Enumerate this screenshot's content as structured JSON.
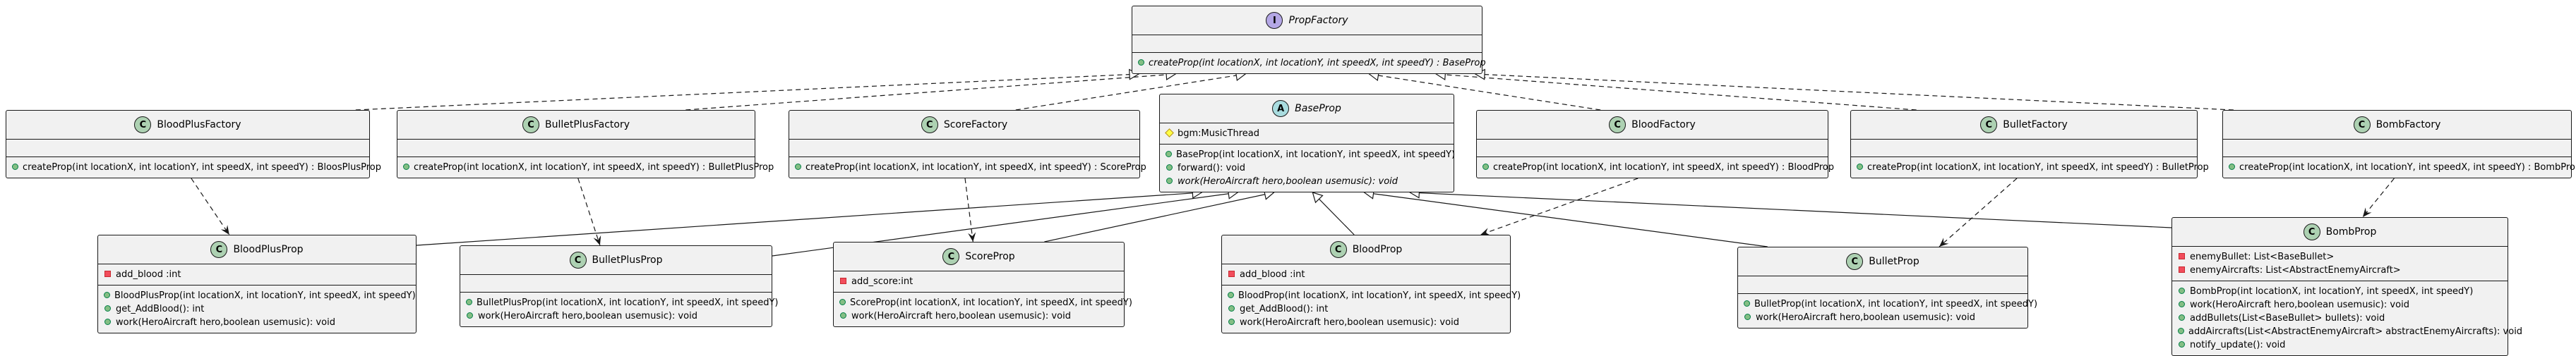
{
  "classes": {
    "PropFactory": {
      "name": "PropFactory",
      "kind": "interface",
      "badge": "I",
      "fields": [],
      "methods": [
        {
          "vis": "pub",
          "text": "createProp(int locationX, int locationY, int speedX, int speedY) : BaseProp",
          "abstract": true
        }
      ]
    },
    "BloodPlusFactory": {
      "name": "BloodPlusFactory",
      "kind": "class",
      "badge": "C",
      "fields": [],
      "methods": [
        {
          "vis": "pub",
          "text": "createProp(int locationX, int locationY, int speedX, int speedY) : BloosPlusProp"
        }
      ]
    },
    "BulletPlusFactory": {
      "name": "BulletPlusFactory",
      "kind": "class",
      "badge": "C",
      "fields": [],
      "methods": [
        {
          "vis": "pub",
          "text": "createProp(int locationX, int locationY, int speedX, int speedY) : BulletPlusProp"
        }
      ]
    },
    "ScoreFactory": {
      "name": "ScoreFactory",
      "kind": "class",
      "badge": "C",
      "fields": [],
      "methods": [
        {
          "vis": "pub",
          "text": "createProp(int locationX, int locationY, int speedX, int speedY) : ScoreProp"
        }
      ]
    },
    "BaseProp": {
      "name": "BaseProp",
      "kind": "abstract",
      "badge": "A",
      "fields": [
        {
          "vis": "prot",
          "text": "bgm:MusicThread"
        }
      ],
      "methods": [
        {
          "vis": "pub",
          "text": "BaseProp(int locationX, int locationY, int speedX, int speedY)"
        },
        {
          "vis": "pub",
          "text": "forward(): void"
        },
        {
          "vis": "pub",
          "text": "work(HeroAircraft hero,boolean usemusic): void",
          "abstract": true
        }
      ]
    },
    "BloodFactory": {
      "name": "BloodFactory",
      "kind": "class",
      "badge": "C",
      "fields": [],
      "methods": [
        {
          "vis": "pub",
          "text": "createProp(int locationX, int locationY, int speedX, int speedY) : BloodProp"
        }
      ]
    },
    "BulletFactory": {
      "name": "BulletFactory",
      "kind": "class",
      "badge": "C",
      "fields": [],
      "methods": [
        {
          "vis": "pub",
          "text": "createProp(int locationX, int locationY, int speedX, int speedY) : BulletProp"
        }
      ]
    },
    "BombFactory": {
      "name": "BombFactory",
      "kind": "class",
      "badge": "C",
      "fields": [],
      "methods": [
        {
          "vis": "pub",
          "text": "createProp(int locationX, int locationY, int speedX, int speedY) : BombProp"
        }
      ]
    },
    "BloodPlusProp": {
      "name": "BloodPlusProp",
      "kind": "class",
      "badge": "C",
      "fields": [
        {
          "vis": "priv",
          "text": "add_blood :int"
        }
      ],
      "methods": [
        {
          "vis": "pub",
          "text": "BloodPlusProp(int locationX, int locationY, int speedX, int speedY)"
        },
        {
          "vis": "pub",
          "text": "get_AddBlood(): int"
        },
        {
          "vis": "pub",
          "text": "work(HeroAircraft hero,boolean usemusic): void"
        }
      ]
    },
    "BulletPlusProp": {
      "name": "BulletPlusProp",
      "kind": "class",
      "badge": "C",
      "fields": [],
      "methods": [
        {
          "vis": "pub",
          "text": "BulletPlusProp(int locationX, int locationY, int speedX, int speedY)"
        },
        {
          "vis": "pub",
          "text": "work(HeroAircraft hero,boolean usemusic): void"
        }
      ]
    },
    "ScoreProp": {
      "name": "ScoreProp",
      "kind": "class",
      "badge": "C",
      "fields": [
        {
          "vis": "priv",
          "text": "add_score:int"
        }
      ],
      "methods": [
        {
          "vis": "pub",
          "text": "ScoreProp(int locationX, int locationY, int speedX, int speedY)"
        },
        {
          "vis": "pub",
          "text": "work(HeroAircraft hero,boolean usemusic): void"
        }
      ]
    },
    "BloodProp": {
      "name": "BloodProp",
      "kind": "class",
      "badge": "C",
      "fields": [
        {
          "vis": "priv",
          "text": "add_blood :int"
        }
      ],
      "methods": [
        {
          "vis": "pub",
          "text": "BloodProp(int locationX, int locationY, int speedX, int speedY)"
        },
        {
          "vis": "pub",
          "text": "get_AddBlood(): int"
        },
        {
          "vis": "pub",
          "text": "work(HeroAircraft hero,boolean usemusic): void"
        }
      ]
    },
    "BulletProp": {
      "name": "BulletProp",
      "kind": "class",
      "badge": "C",
      "fields": [],
      "methods": [
        {
          "vis": "pub",
          "text": "BulletProp(int locationX, int locationY, int speedX, int speedY)"
        },
        {
          "vis": "pub",
          "text": "work(HeroAircraft hero,boolean usemusic): void"
        }
      ]
    },
    "BombProp": {
      "name": "BombProp",
      "kind": "class",
      "badge": "C",
      "fields": [
        {
          "vis": "priv",
          "text": "enemyBullet: List<BaseBullet>"
        },
        {
          "vis": "priv",
          "text": "enemyAircrafts: List<AbstractEnemyAircraft>"
        }
      ],
      "methods": [
        {
          "vis": "pub",
          "text": "BombProp(int locationX, int locationY, int speedX, int speedY)"
        },
        {
          "vis": "pub",
          "text": "work(HeroAircraft hero,boolean usemusic): void"
        },
        {
          "vis": "pub",
          "text": "addBullets(List<BaseBullet> bullets): void"
        },
        {
          "vis": "pub",
          "text": "addAircrafts(List<AbstractEnemyAircraft> abstractEnemyAircrafts): void"
        },
        {
          "vis": "pub",
          "text": "notify_update(): void"
        }
      ]
    }
  },
  "relations": [
    {
      "type": "realization",
      "from": "BloodPlusFactory",
      "to": "PropFactory"
    },
    {
      "type": "realization",
      "from": "BulletPlusFactory",
      "to": "PropFactory"
    },
    {
      "type": "realization",
      "from": "ScoreFactory",
      "to": "PropFactory"
    },
    {
      "type": "realization",
      "from": "BloodFactory",
      "to": "PropFactory"
    },
    {
      "type": "realization",
      "from": "BulletFactory",
      "to": "PropFactory"
    },
    {
      "type": "realization",
      "from": "BombFactory",
      "to": "PropFactory"
    },
    {
      "type": "dependency",
      "from": "BloodPlusFactory",
      "to": "BloodPlusProp"
    },
    {
      "type": "dependency",
      "from": "BulletPlusFactory",
      "to": "BulletPlusProp"
    },
    {
      "type": "dependency",
      "from": "ScoreFactory",
      "to": "ScoreProp"
    },
    {
      "type": "dependency",
      "from": "BloodFactory",
      "to": "BloodProp"
    },
    {
      "type": "dependency",
      "from": "BulletFactory",
      "to": "BulletProp"
    },
    {
      "type": "dependency",
      "from": "BombFactory",
      "to": "BombProp"
    },
    {
      "type": "inheritance",
      "from": "BloodPlusProp",
      "to": "BaseProp"
    },
    {
      "type": "inheritance",
      "from": "BulletPlusProp",
      "to": "BaseProp"
    },
    {
      "type": "inheritance",
      "from": "ScoreProp",
      "to": "BaseProp"
    },
    {
      "type": "inheritance",
      "from": "BloodProp",
      "to": "BaseProp"
    },
    {
      "type": "inheritance",
      "from": "BulletProp",
      "to": "BaseProp"
    },
    {
      "type": "inheritance",
      "from": "BombProp",
      "to": "BaseProp"
    }
  ]
}
